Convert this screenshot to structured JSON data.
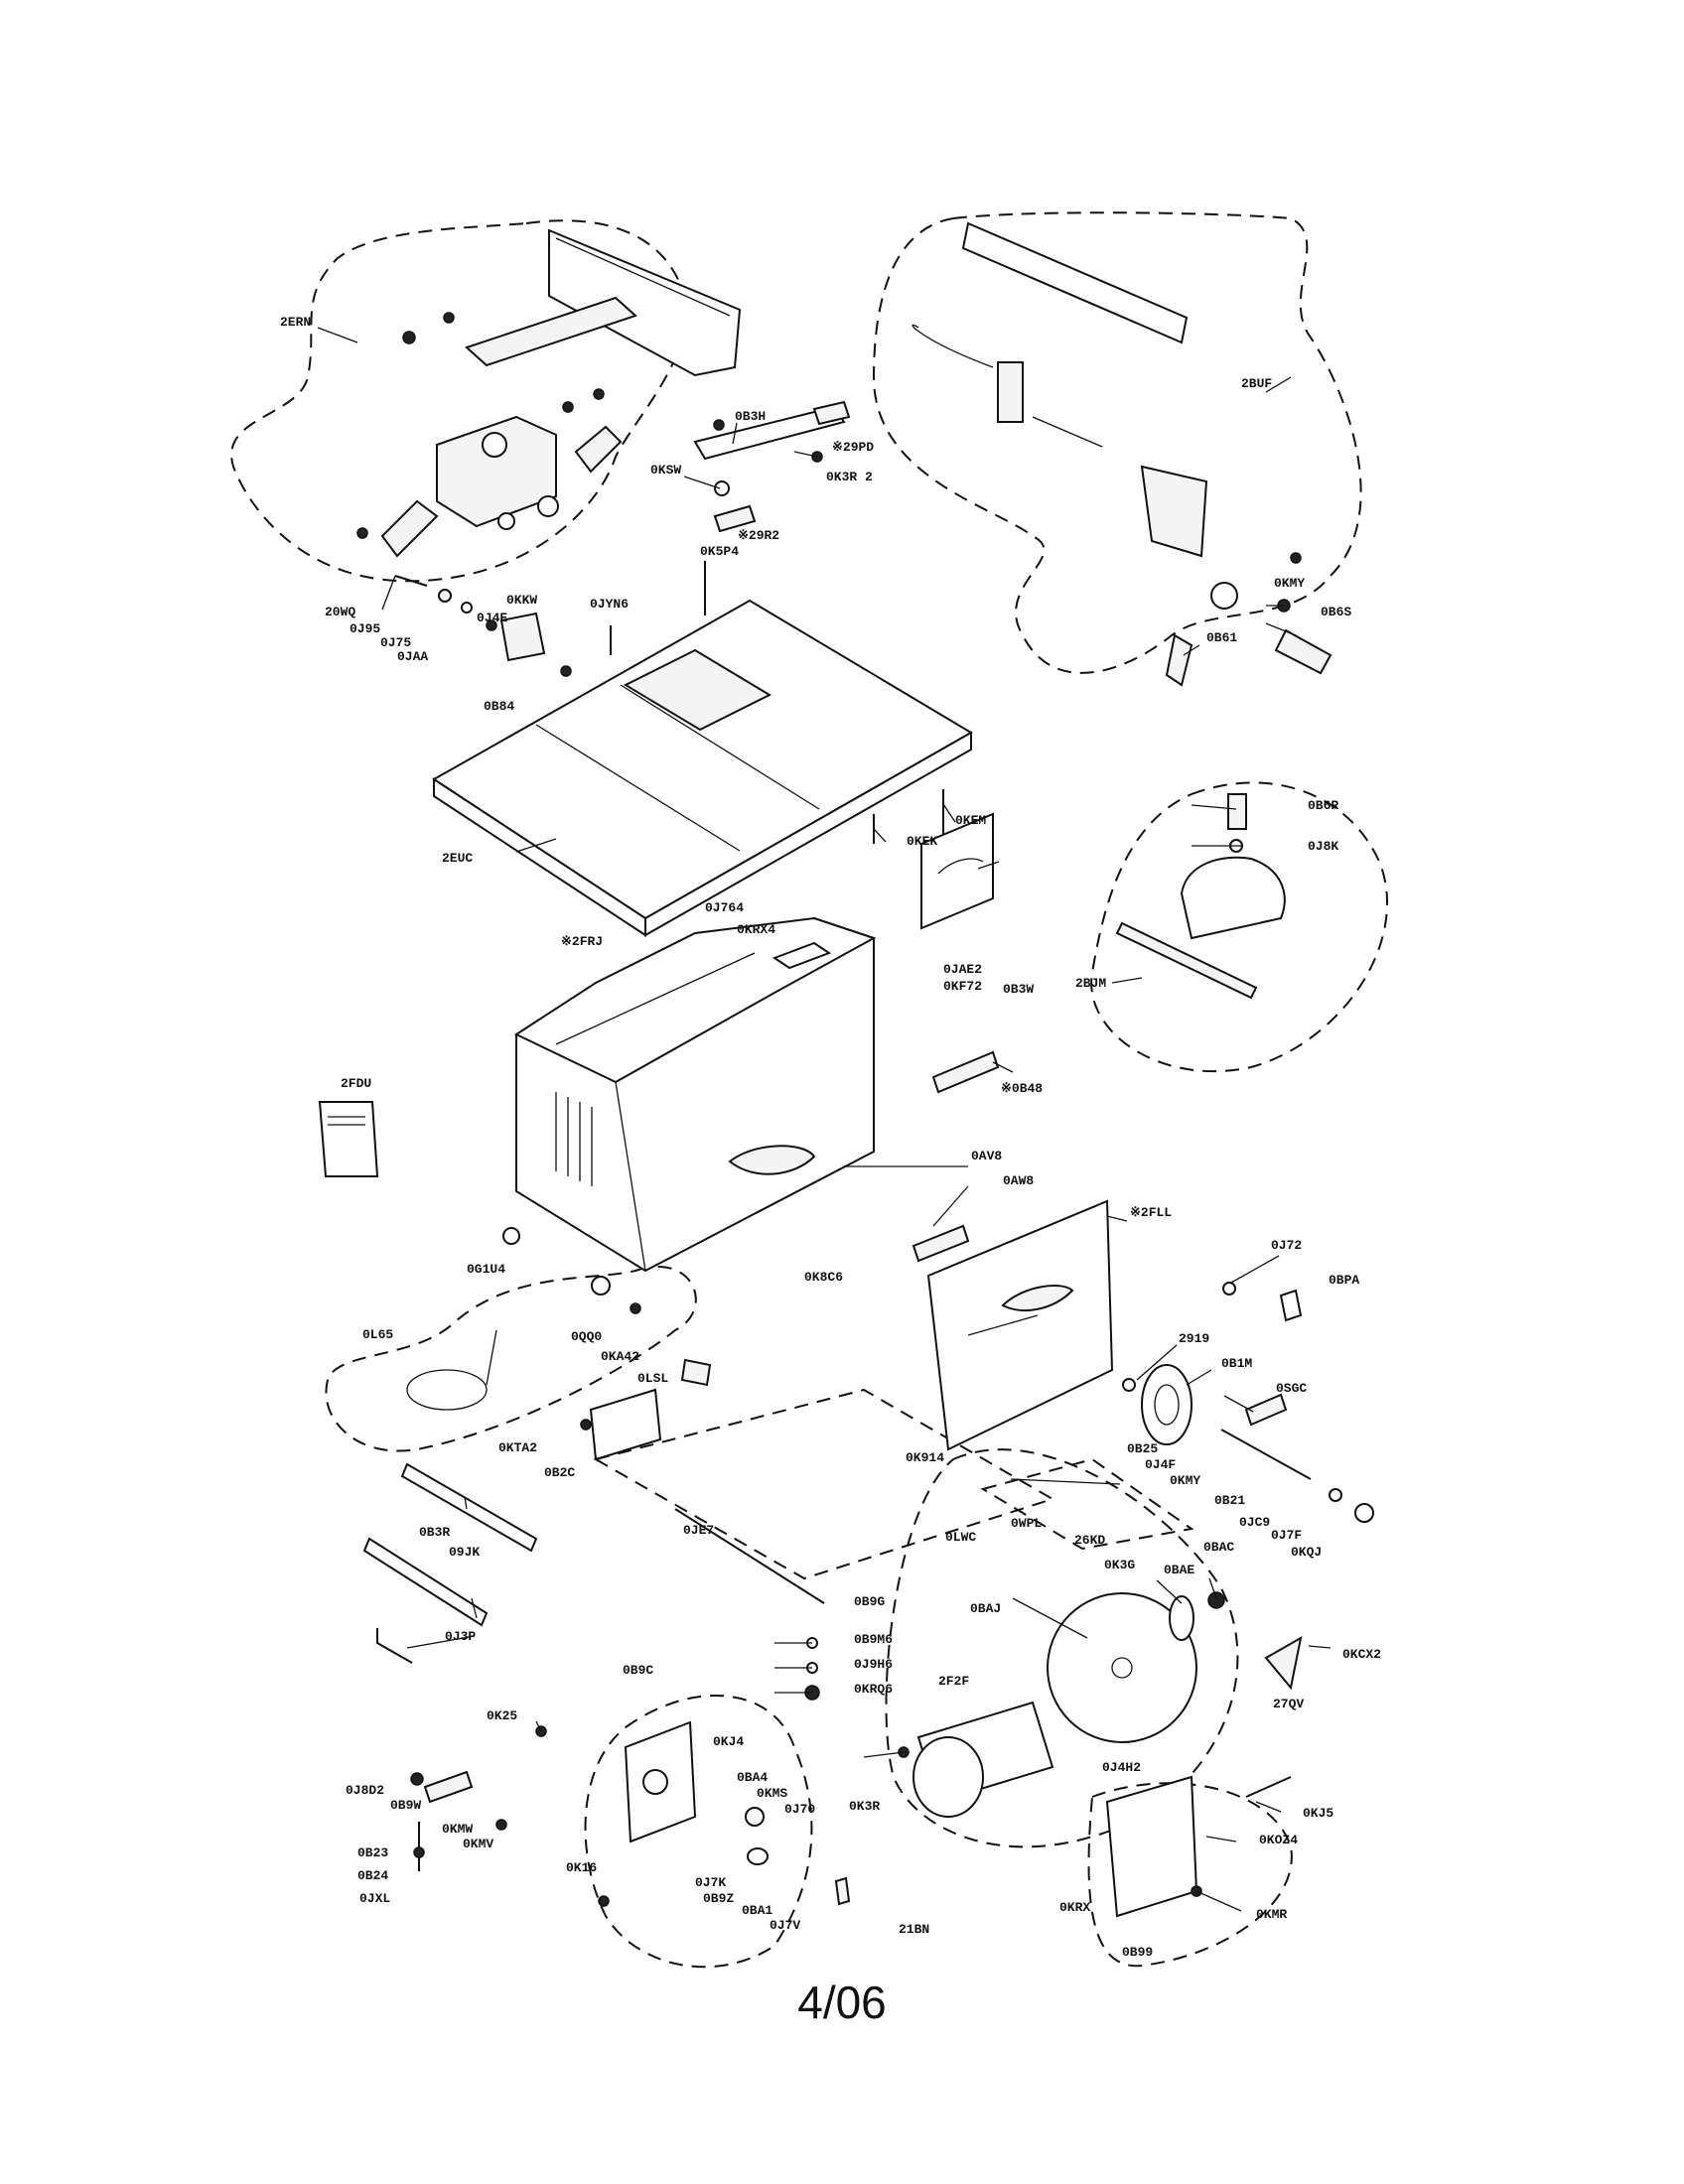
{
  "title": "",
  "page_number": "4/06",
  "part_labels": {
    "p2ERN": "2ERN",
    "p2BUF": "2BUF",
    "p0B3H": "0B3H",
    "p29PD": "※29PD",
    "p0KSW": "0KSW",
    "p0K3R2": "0K3R 2",
    "p29R2": "※29R2",
    "p0K5P4": "0K5P4",
    "p20WQ": "20WQ",
    "p0KKW": "0KKW",
    "p0JYN6": "0JYN6",
    "p0J95": "0J95",
    "p0J4E": "0J4E",
    "p0J75": "0J75",
    "p0JAA": "0JAA",
    "p0B84": "0B84",
    "p0KMY_top": "0KMY",
    "p0B6S": "0B6S",
    "p0B61": "0B61",
    "p2EUC": "2EUC",
    "p0KEK": "0KEK",
    "p0KEM": "0KEM",
    "p0B6R": "0B6R",
    "p0J8K": "0J8K",
    "p2FRJ": "※2FRJ",
    "p0J764": "0J764",
    "p0KRX4": "0KRX4",
    "p0B3W": "0B3W",
    "p0JAE2": "0JAE2",
    "p0KF72": "0KF72",
    "p2BJM": "2BJM",
    "p2FDU": "2FDU",
    "p0B48": "※0B48",
    "p0AV8": "0AV8",
    "p0AW8": "0AW8",
    "p2FLL": "※2FLL",
    "p0G1U4": "0G1U4",
    "p0K8C6": "0K8C6",
    "p0J72": "0J72",
    "p0BPA": "0BPA",
    "p0L65": "0L65",
    "p0QQ0": "0QQ0",
    "p0KA42": "0KA42",
    "p0LSL": "0LSL",
    "p2919": "2919",
    "p0B1M": "0B1M",
    "p0SGC": "0SGC",
    "p0KTA2": "0KTA2",
    "p0B2C": "0B2C",
    "p0K914": "0K914",
    "p0B25": "0B25",
    "p0J4F": "0J4F",
    "p0KMY_mid": "0KMY",
    "p0B21": "0B21",
    "p0JC9": "0JC9",
    "p0J7F": "0J7F",
    "p0KQJ": "0KQJ",
    "p0LWC": "0LWC",
    "p0WPL": "0WPL",
    "p26KD": "26KD",
    "p0K3G": "0K3G",
    "p0BAE": "0BAE",
    "p0BAC": "0BAC",
    "p0B3R": "0B3R",
    "p09JK": "09JK",
    "p0JE7": "0JE7",
    "p0B9G": "0B9G",
    "p0BAJ": "0BAJ",
    "p0B9M6": "0B9M6",
    "p0J9H6": "0J9H6",
    "p0KRQ6": "0KRQ6",
    "p0J3P": "0J3P",
    "p0B9C": "0B9C",
    "p2F2F": "2F2F",
    "p0KCX2": "0KCX2",
    "p27QV": "27QV",
    "p0K25": "0K25",
    "p0KJ4": "0KJ4",
    "p0J4H2": "0J4H2",
    "p0J8D2": "0J8D2",
    "p0B9W": "0B9W",
    "p0BA4": "0BA4",
    "p0KMS": "0KMS",
    "p0J70": "0J70",
    "p0K3R_bot": "0K3R",
    "p0KJ5": "0KJ5",
    "p0KMW": "0KMW",
    "p0KMV": "0KMV",
    "p0B23": "0B23",
    "p0K16": "0K16",
    "p0KOZ4": "0KOZ4",
    "p0B24": "0B24",
    "p0J7K": "0J7K",
    "p0B9Z": "0B9Z",
    "p0BA1": "0BA1",
    "p0J7V": "0J7V",
    "p21BN": "21BN",
    "p0KRX": "0KRX",
    "p0KMR": "0KMR",
    "p0JXL": "0JXL",
    "p0B99": "0B99"
  }
}
